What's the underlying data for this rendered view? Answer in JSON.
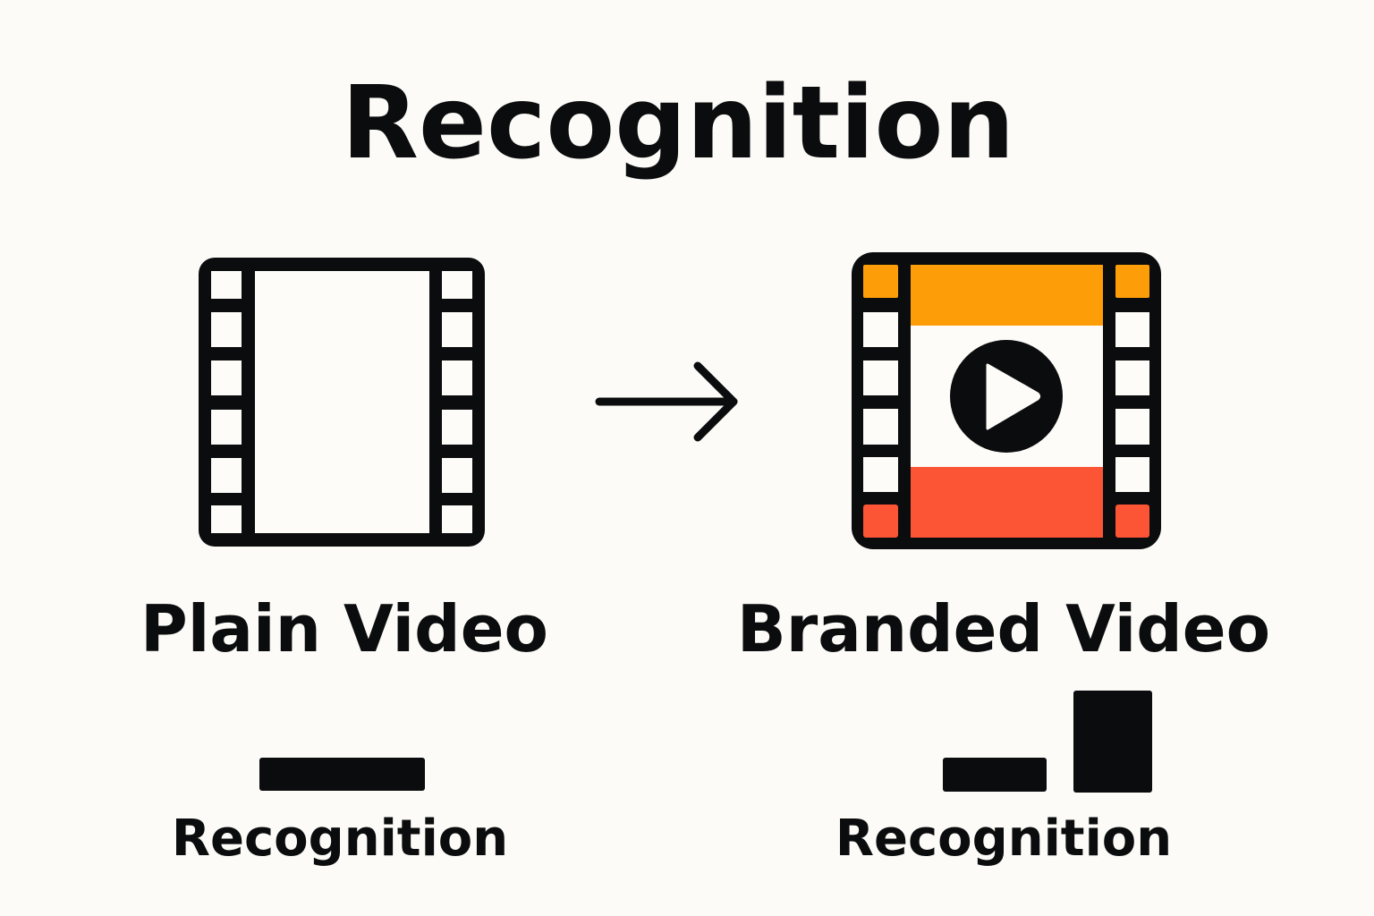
{
  "title": "Recognition",
  "left": {
    "label": "Plain Video",
    "caption": "Recognition",
    "icon": "film-strip-icon"
  },
  "right": {
    "label": "Branded Video",
    "caption": "Recognition",
    "icon": "branded-film-strip-icon"
  },
  "arrow_icon": "arrow-right-icon",
  "colors": {
    "ink": "#0b0c0e",
    "background": "#fcfbf7",
    "orange": "#fd9d08",
    "red": "#fb5535",
    "frame_white": "#fdfcf8"
  }
}
